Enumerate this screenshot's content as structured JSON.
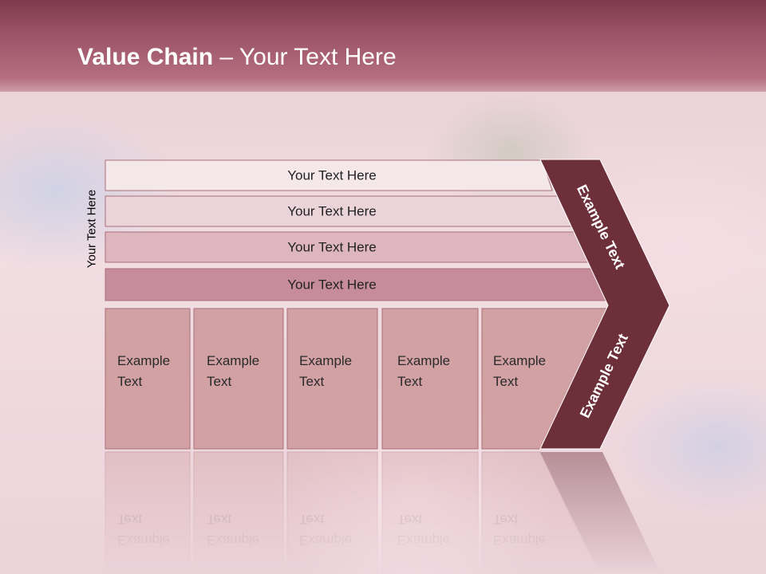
{
  "title": {
    "bold": "Value Chain",
    "rest": " – Your Text Here"
  },
  "side_label": "Your Text Here",
  "bands": [
    {
      "label": "Your Text Here",
      "color": "#f5e8eb"
    },
    {
      "label": "Your Text Here",
      "color": "#ead4da"
    },
    {
      "label": "Your Text Here",
      "color": "#deb6c0"
    },
    {
      "label": "Your Text Here",
      "color": "#c68c9b"
    }
  ],
  "columns": [
    {
      "line1": "Example",
      "line2": "Text"
    },
    {
      "line1": "Example",
      "line2": "Text"
    },
    {
      "line1": "Example",
      "line2": "Text"
    },
    {
      "line1": "Example",
      "line2": "Text"
    },
    {
      "line1": "Example",
      "line2": "Text"
    }
  ],
  "arrow": {
    "top_label": "Example Text",
    "bottom_label": "Example Text",
    "color": "#6d2f3a"
  },
  "colors": {
    "header": "#9a5366",
    "column_fill": "#d1a1a4",
    "column_border": "#a96f78"
  }
}
